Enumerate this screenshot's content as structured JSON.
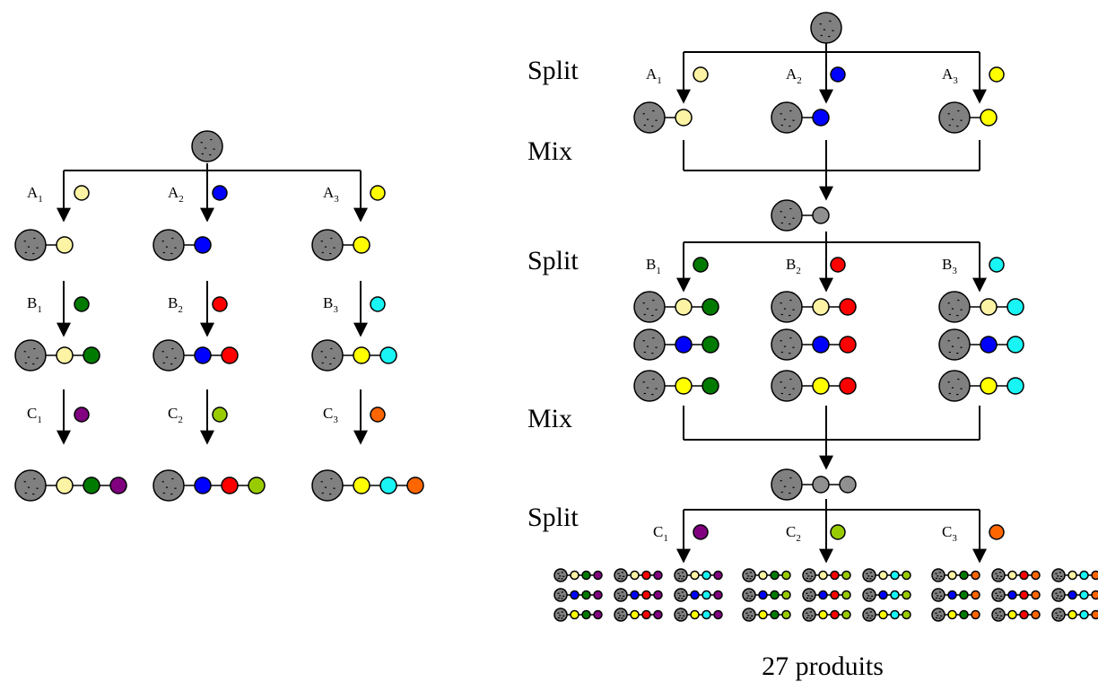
{
  "colors": {
    "resin": "#808080",
    "A1": "#fcf3a4",
    "A2": "#0000ff",
    "A3": "#ffff00",
    "B1": "#007a00",
    "B2": "#ff0000",
    "B3": "#19f5f5",
    "C1": "#800080",
    "C2": "#99cc00",
    "C3": "#ff6600",
    "mixed": "#909090"
  },
  "labels": {
    "A": [
      "A",
      "1",
      "A",
      "2",
      "A",
      "3"
    ],
    "B": [
      "B",
      "1",
      "B",
      "2",
      "B",
      "3"
    ],
    "C": [
      "C",
      "1",
      "C",
      "2",
      "C",
      "3"
    ]
  },
  "right": {
    "stage1": "Split",
    "stage2": "Mix",
    "stage3": "Split",
    "stage4": "Mix",
    "stage5": "Split"
  },
  "footer": "27 produits"
}
